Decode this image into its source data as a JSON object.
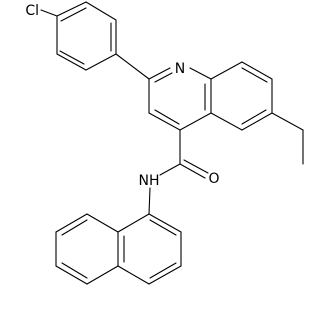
{
  "molecule": {
    "atoms": {
      "chlorine": "Cl",
      "ring_nitrogen": "N",
      "amide_oxygen": "O",
      "amide_nh": "NH"
    }
  }
}
